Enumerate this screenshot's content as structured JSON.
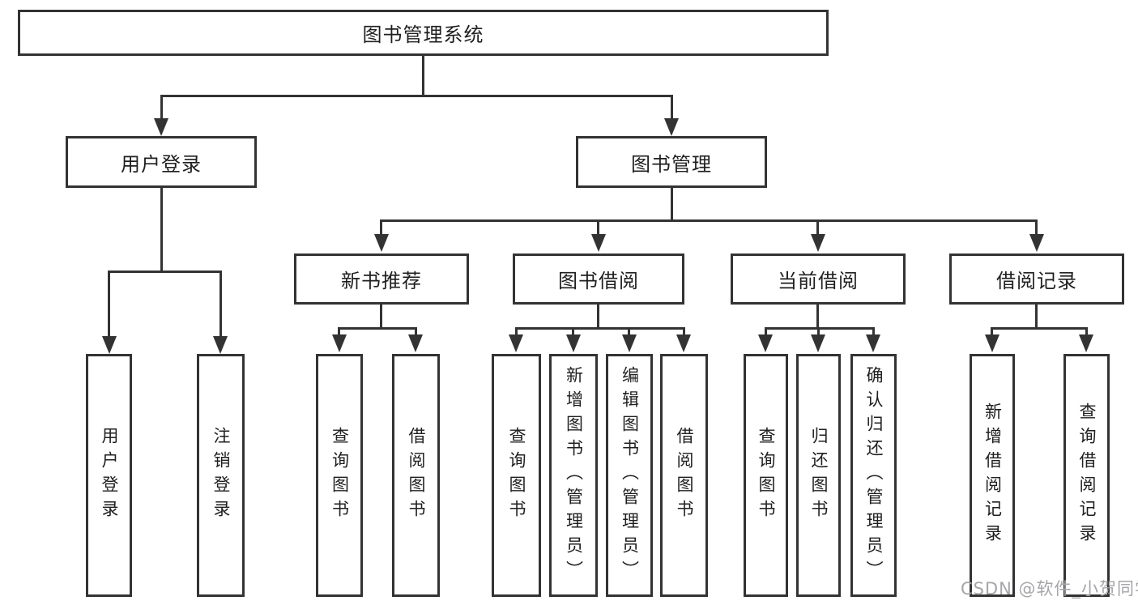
{
  "tree": {
    "root": {
      "label": "图书管理系统",
      "children": [
        {
          "label": "用户登录",
          "children": [
            {
              "label": "用户登录"
            },
            {
              "label": "注销登录"
            }
          ]
        },
        {
          "label": "图书管理",
          "children": [
            {
              "label": "新书推荐",
              "children": [
                {
                  "label": "查询图书"
                },
                {
                  "label": "借阅图书"
                }
              ]
            },
            {
              "label": "图书借阅",
              "children": [
                {
                  "label": "查询图书"
                },
                {
                  "label": "新增图书（管理员）"
                },
                {
                  "label": "编辑图书（管理员）"
                },
                {
                  "label": "借阅图书"
                }
              ]
            },
            {
              "label": "当前借阅",
              "children": [
                {
                  "label": "查询图书"
                },
                {
                  "label": "归还图书"
                },
                {
                  "label": "确认归还（管理员）"
                }
              ]
            },
            {
              "label": "借阅记录",
              "children": [
                {
                  "label": "新增借阅记录"
                },
                {
                  "label": "查询借阅记录"
                }
              ]
            }
          ]
        }
      ]
    }
  },
  "watermark": "CSDN @软件_小贺同学",
  "colors": {
    "line": "#333333",
    "text": "#1f1f1f",
    "background": "#ffffff",
    "watermark": "#a6a6aa"
  }
}
